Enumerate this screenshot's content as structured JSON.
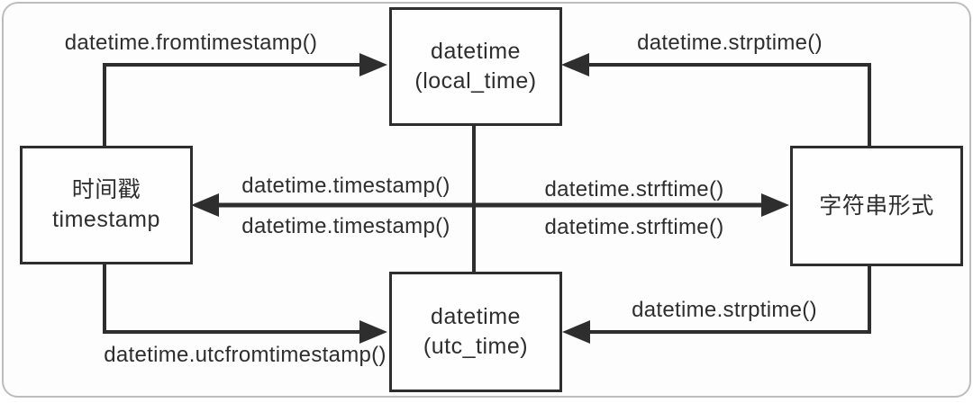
{
  "nodes": {
    "local_time": {
      "title": "datetime",
      "subtitle": "(local_time)"
    },
    "timestamp": {
      "title": "时间戳",
      "subtitle": "timestamp"
    },
    "string_form": {
      "title": "字符串形式"
    },
    "utc_time": {
      "title": "datetime",
      "subtitle": "(utc_time)"
    }
  },
  "edge_labels": {
    "fromtimestamp": "datetime.fromtimestamp()",
    "strptime_top": "datetime.strptime()",
    "timestamp_upper": "datetime.timestamp()",
    "timestamp_lower": "datetime.timestamp()",
    "strftime_upper": "datetime.strftime()",
    "strftime_lower": "datetime.strftime()",
    "utcfromtimestamp": "datetime.utcfromtimestamp()",
    "strptime_bottom": "datetime.strptime()"
  },
  "colors": {
    "ink": "#2e2e2e",
    "frame": "#bdbdbd",
    "background": "#fdfdfd"
  }
}
